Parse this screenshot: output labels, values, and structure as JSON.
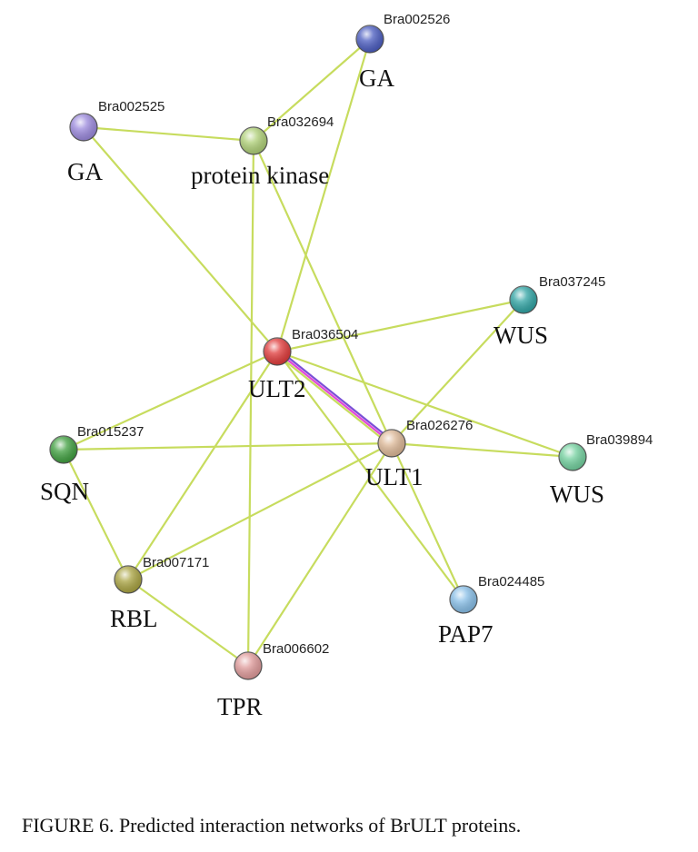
{
  "caption": "FIGURE 6. Predicted interaction networks of BrULT proteins.",
  "nodes": [
    {
      "key": "Bra002526",
      "id": "Bra002526",
      "name": "GA",
      "color": "#4a5cc0"
    },
    {
      "key": "Bra002525",
      "id": "Bra002525",
      "name": "GA",
      "color": "#9a88dc"
    },
    {
      "key": "Bra032694",
      "id": "Bra032694",
      "name": "protein kinase",
      "color": "#aecf76"
    },
    {
      "key": "Bra037245",
      "id": "Bra037245",
      "name": "WUS",
      "color": "#2fa3a3"
    },
    {
      "key": "Bra036504",
      "id": "Bra036504",
      "name": "ULT2",
      "color": "#e03a3a"
    },
    {
      "key": "Bra015237",
      "id": "Bra015237",
      "name": "SQN",
      "color": "#3f9f3f"
    },
    {
      "key": "Bra026276",
      "id": "Bra026276",
      "name": "ULT1",
      "color": "#dcb796"
    },
    {
      "key": "Bra039894",
      "id": "Bra039894",
      "name": "WUS",
      "color": "#72d09e"
    },
    {
      "key": "Bra007171",
      "id": "Bra007171",
      "name": "RBL",
      "color": "#a9a341"
    },
    {
      "key": "Bra024485",
      "id": "Bra024485",
      "name": "PAP7",
      "color": "#86bde6"
    },
    {
      "key": "Bra006602",
      "id": "Bra006602",
      "name": "TPR",
      "color": "#df9a9a"
    }
  ],
  "edges": [
    [
      "Bra002526",
      "Bra032694"
    ],
    [
      "Bra002526",
      "Bra036504"
    ],
    [
      "Bra002525",
      "Bra032694"
    ],
    [
      "Bra002525",
      "Bra036504"
    ],
    [
      "Bra032694",
      "Bra026276"
    ],
    [
      "Bra032694",
      "Bra006602"
    ],
    [
      "Bra036504",
      "Bra037245"
    ],
    [
      "Bra036504",
      "Bra015237"
    ],
    [
      "Bra036504",
      "Bra039894"
    ],
    [
      "Bra036504",
      "Bra007171"
    ],
    [
      "Bra036504",
      "Bra024485"
    ],
    [
      "Bra037245",
      "Bra026276"
    ],
    [
      "Bra015237",
      "Bra026276"
    ],
    [
      "Bra015237",
      "Bra007171"
    ],
    [
      "Bra026276",
      "Bra039894"
    ],
    [
      "Bra026276",
      "Bra024485"
    ],
    [
      "Bra026276",
      "Bra007171"
    ],
    [
      "Bra026276",
      "Bra006602"
    ],
    [
      "Bra007171",
      "Bra006602"
    ]
  ],
  "highlight_edge": {
    "source": "Bra036504",
    "target": "Bra026276",
    "colors": [
      "#7b4fd6",
      "#e048d8",
      "#c7dc5e"
    ]
  }
}
